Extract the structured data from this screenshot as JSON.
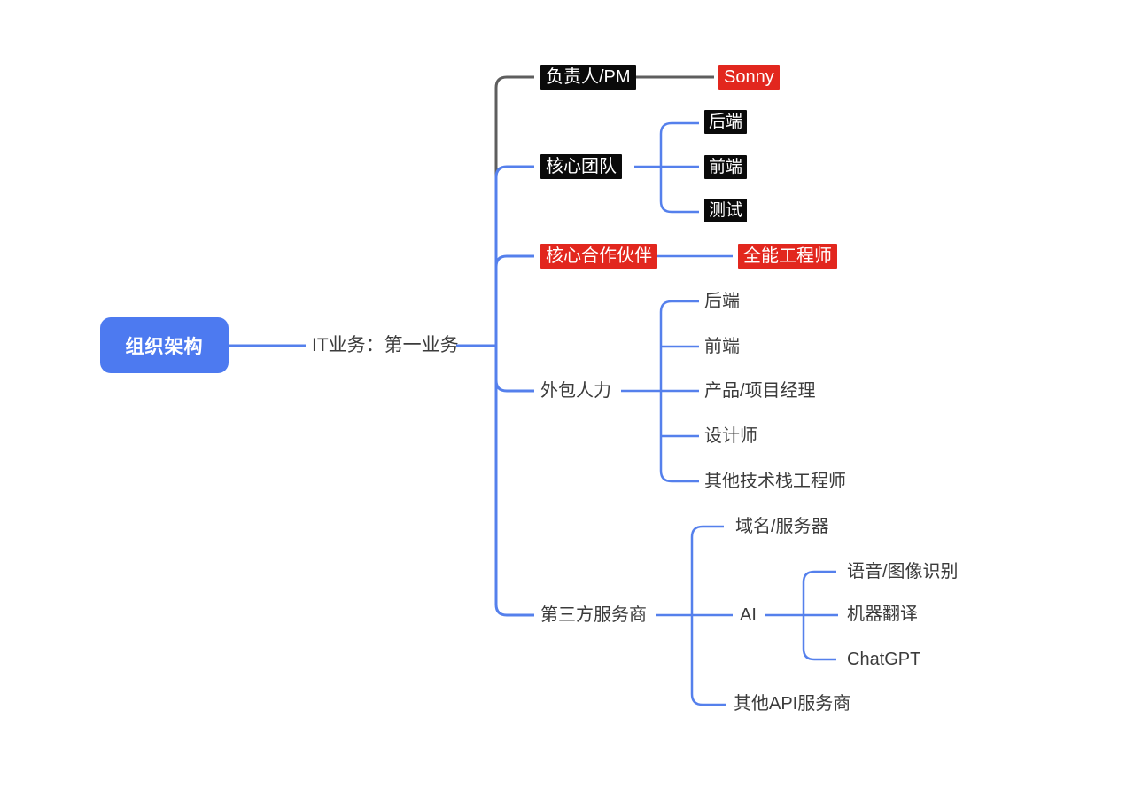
{
  "app": {
    "type": "mindmap",
    "background": "#ffffff"
  },
  "colors": {
    "root_bg": "#4d7af0",
    "branch_line_blue": "#5580ec",
    "branch_line_gray": "#5e5e5e",
    "node_black_bg": "#0a0a0a",
    "node_red_bg": "#e2271e",
    "plain_text": "#3b3b3b",
    "node_text_on_fill": "#ffffff"
  },
  "mindmap": {
    "root": {
      "label": "组织架构"
    },
    "trunk": {
      "label": "IT业务：第一业务"
    },
    "branches": [
      {
        "label": "负责人/PM",
        "variant": "black",
        "children": [
          {
            "label": "Sonny",
            "variant": "red"
          }
        ]
      },
      {
        "label": "核心团队",
        "variant": "black",
        "children": [
          {
            "label": "后端",
            "variant": "black"
          },
          {
            "label": "前端",
            "variant": "black"
          },
          {
            "label": "测试",
            "variant": "black"
          }
        ]
      },
      {
        "label": "核心合作伙伴",
        "variant": "red",
        "children": [
          {
            "label": "全能工程师",
            "variant": "red"
          }
        ]
      },
      {
        "label": "外包人力",
        "variant": "plain",
        "children": [
          {
            "label": "后端",
            "variant": "plain"
          },
          {
            "label": "前端",
            "variant": "plain"
          },
          {
            "label": "产品/项目经理",
            "variant": "plain"
          },
          {
            "label": "设计师",
            "variant": "plain"
          },
          {
            "label": "其他技术栈工程师",
            "variant": "plain"
          }
        ]
      },
      {
        "label": "第三方服务商",
        "variant": "plain",
        "children": [
          {
            "label": "域名/服务器",
            "variant": "plain"
          },
          {
            "label": "AI",
            "variant": "plain",
            "children": [
              {
                "label": "语音/图像识别",
                "variant": "plain"
              },
              {
                "label": "机器翻译",
                "variant": "plain"
              },
              {
                "label": "ChatGPT",
                "variant": "plain"
              }
            ]
          },
          {
            "label": "其他API服务商",
            "variant": "plain"
          }
        ]
      }
    ]
  }
}
